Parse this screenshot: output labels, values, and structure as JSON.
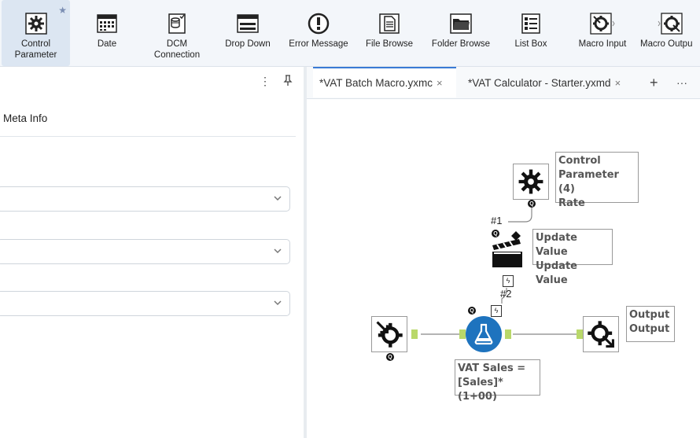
{
  "toolbar": {
    "tools": [
      {
        "label_line1": "Control",
        "label_line2": "Parameter",
        "icon": "gear-icon"
      },
      {
        "label_line1": "Date",
        "label_line2": "",
        "icon": "calendar-icon"
      },
      {
        "label_line1": "DCM",
        "label_line2": "Connection",
        "icon": "database-icon"
      },
      {
        "label_line1": "Drop Down",
        "label_line2": "",
        "icon": "dropdown-icon"
      },
      {
        "label_line1": "Error Message",
        "label_line2": "",
        "icon": "error-icon"
      },
      {
        "label_line1": "File Browse",
        "label_line2": "",
        "icon": "file-icon"
      },
      {
        "label_line1": "Folder Browse",
        "label_line2": "",
        "icon": "folder-icon"
      },
      {
        "label_line1": "List Box",
        "label_line2": "",
        "icon": "listbox-icon"
      },
      {
        "label_line1": "Macro Input",
        "label_line2": "",
        "icon": "macro-input-icon"
      },
      {
        "label_line1": "Macro Outpu",
        "label_line2": "",
        "icon": "macro-output-icon"
      }
    ]
  },
  "left_panel": {
    "section_label": "Meta Info",
    "dropdowns": [
      "",
      "",
      ""
    ]
  },
  "tabs": [
    {
      "label": "*VAT Batch Macro.yxmc",
      "close": "×"
    },
    {
      "label": "*VAT Calculator - Starter.yxmd",
      "close": "×"
    }
  ],
  "tab_actions": {
    "add": "+",
    "more": "···"
  },
  "canvas": {
    "control_param_annotation": [
      "Control",
      "Parameter (4)",
      "Rate"
    ],
    "update_value_annotation": [
      "Update Value",
      "Update Value"
    ],
    "output_annotation": [
      "Output",
      "Output"
    ],
    "formula_annotation": [
      "VAT Sales =",
      "[Sales]*(1+00)"
    ],
    "wire1_label": "#1",
    "wire2_label": "#2"
  }
}
